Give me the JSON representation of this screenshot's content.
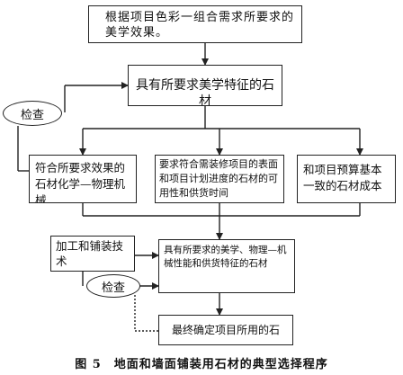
{
  "diagram": {
    "box_requirements": "根据项目色彩一组合需求所要求的美学效果。",
    "box_stones_aesthetic": "具有所要求美学特征的石材",
    "check_upper": "检查",
    "box_chem_phys": "符合所要求效果的石材化学—物理机械",
    "box_schedule": "要求符合需装修项目的表面和项目计划进度的石材的可用性和供货时间",
    "box_budget": "和项目预算基本一致的石材成本",
    "box_processing": "加工和铺装技术",
    "box_stones_selected": "具有所要求的美学、物理—机械性能和供货特征的石材",
    "check_lower": "检查",
    "box_final": "最终确定项目所用的石"
  },
  "caption": "图 5　地面和墙面铺装用石材的典型选择程序"
}
